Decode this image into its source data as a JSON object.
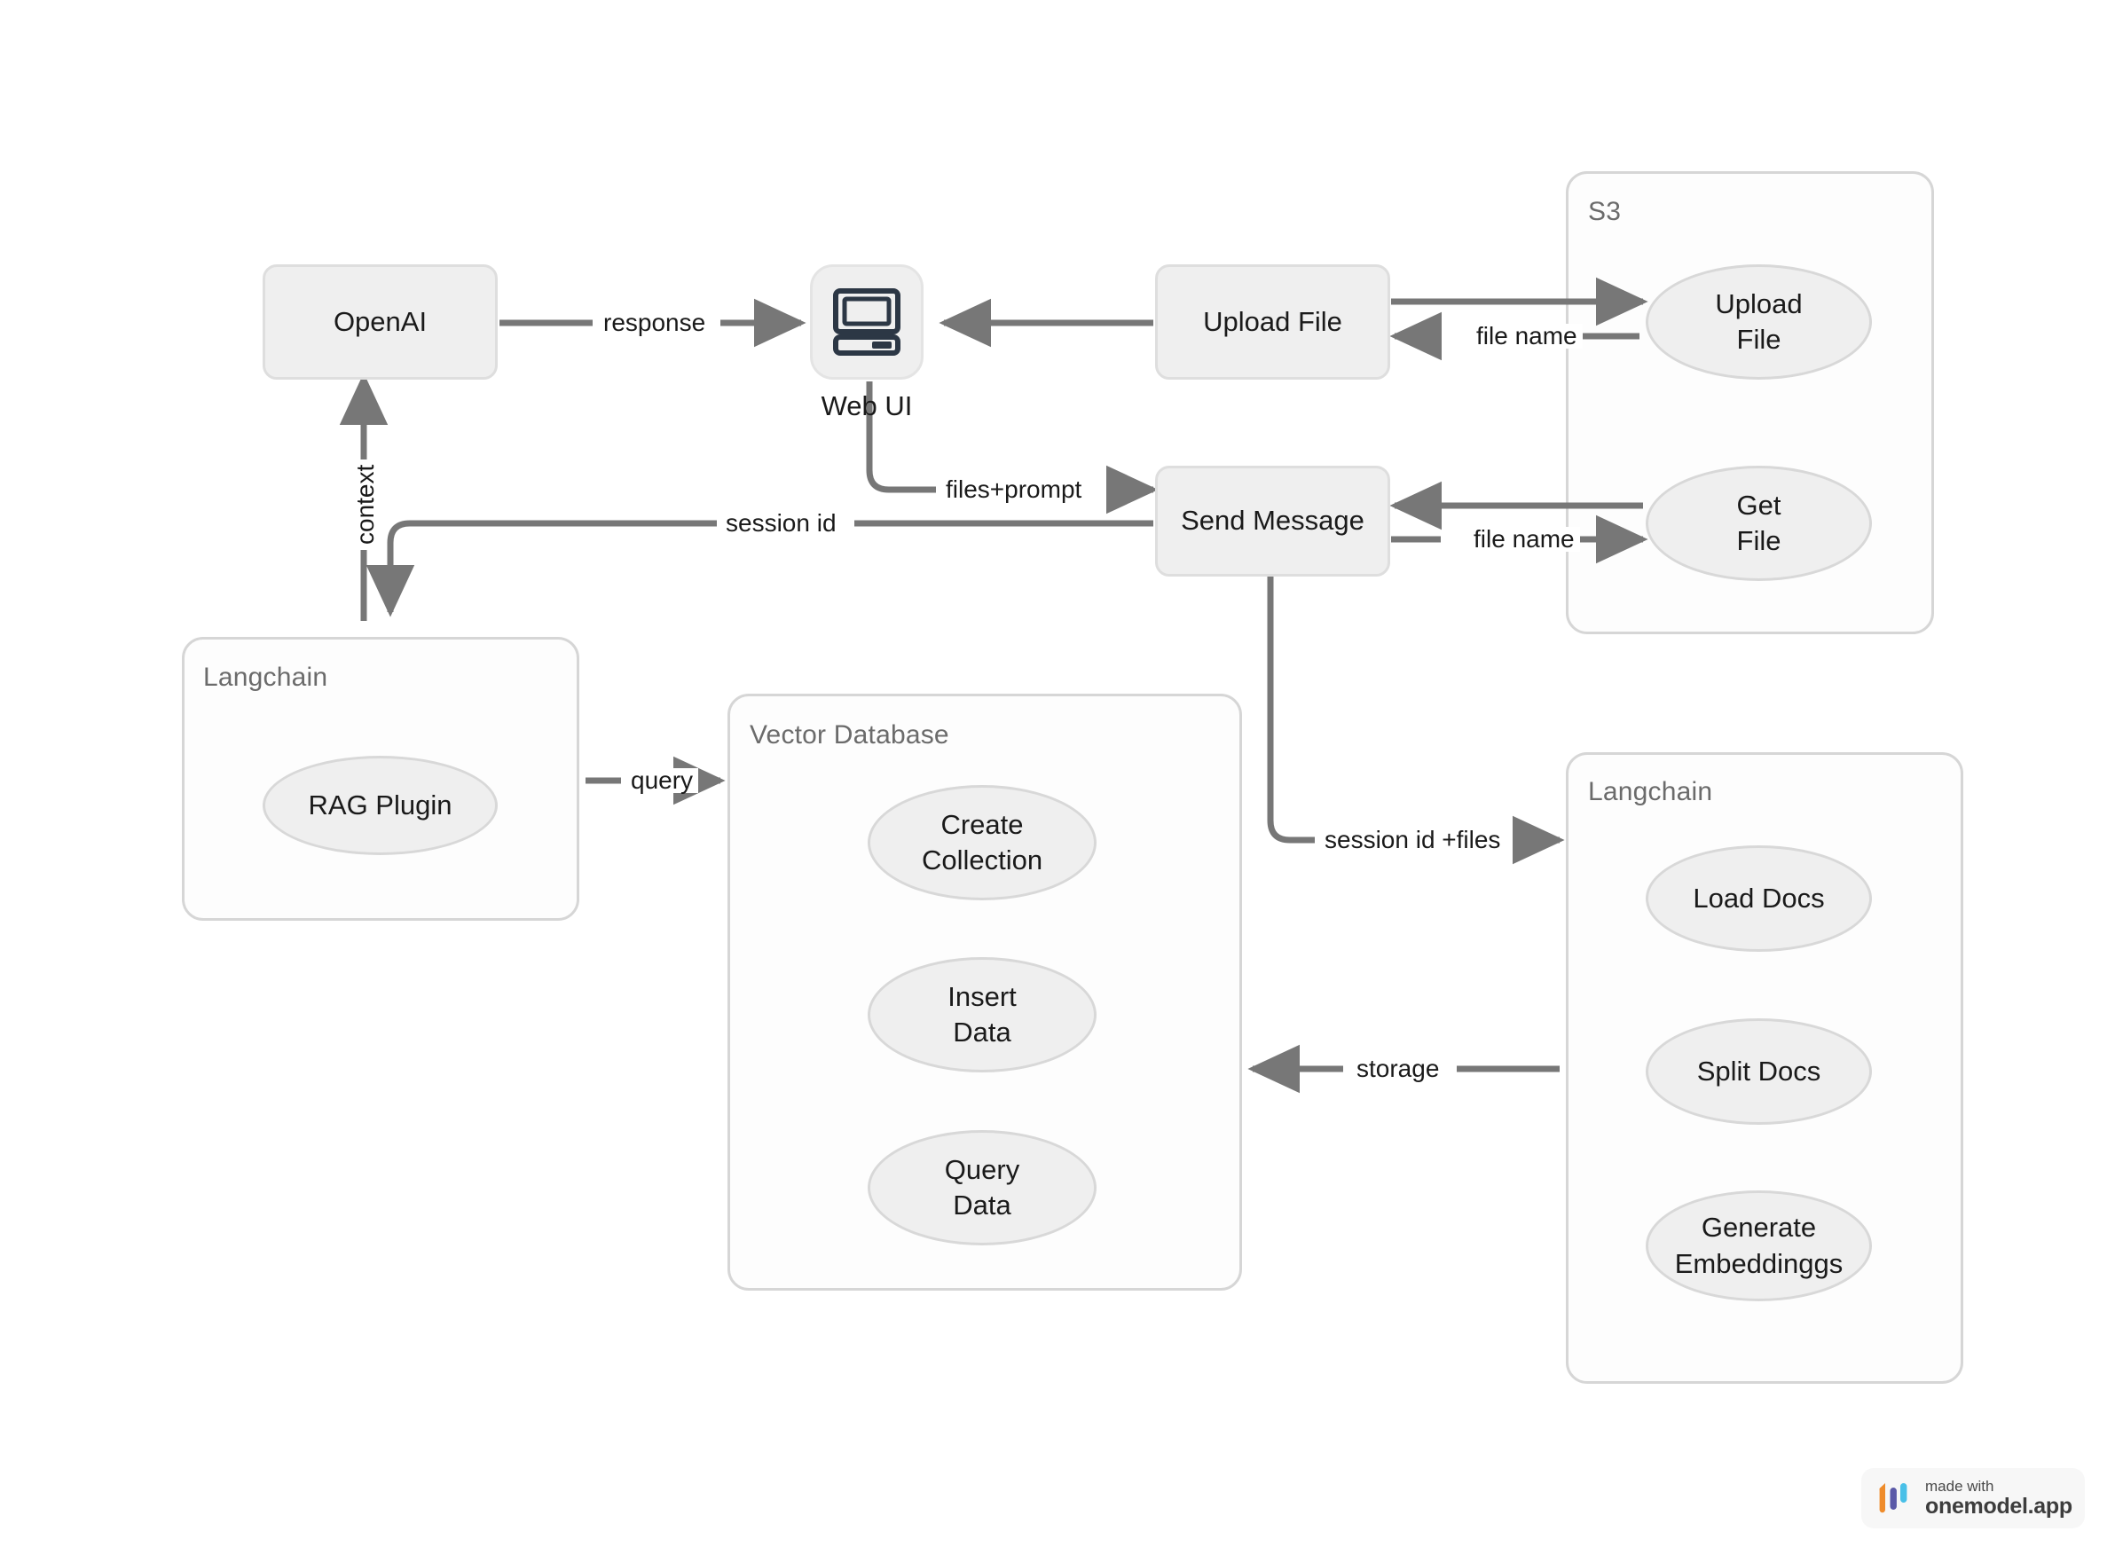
{
  "diagram": {
    "title": "RAG chat application architecture",
    "colors": {
      "node_fill": "#efefef",
      "node_border": "#dedede",
      "group_fill": "#fdfdfd",
      "group_border": "#d6d6d6",
      "edge": "#777777",
      "text": "#1a1a1a",
      "group_title": "#6b6b6b",
      "icon_dark": "#2c3745",
      "canvas": "#ffffff"
    }
  },
  "nodes": {
    "openai": {
      "label": "OpenAI"
    },
    "web_ui": {
      "label": "Web UI",
      "icon": "desktop-monitor-icon"
    },
    "upload_file": {
      "label": "Upload File"
    },
    "send_message": {
      "label": "Send Message"
    },
    "rag_plugin": {
      "label": "RAG Plugin"
    }
  },
  "groups": {
    "s3": {
      "title": "S3",
      "items": [
        {
          "label": "Upload\nFile",
          "line1": "Upload",
          "line2": "File"
        },
        {
          "label": "Get\nFile",
          "line1": "Get",
          "line2": "File"
        }
      ]
    },
    "langchain_left": {
      "title": "Langchain",
      "items": [
        {
          "label": "RAG Plugin"
        }
      ]
    },
    "vector_database": {
      "title": "Vector Database",
      "items": [
        {
          "line1": "Create",
          "line2": "Collection"
        },
        {
          "line1": "Insert",
          "line2": "Data"
        },
        {
          "line1": "Query",
          "line2": "Data"
        }
      ]
    },
    "langchain_right": {
      "title": "Langchain",
      "items": [
        {
          "line1": "Load Docs",
          "line2": ""
        },
        {
          "line1": "Split Docs",
          "line2": ""
        },
        {
          "line1": "Generate",
          "line2": "Embeddinggs"
        }
      ]
    }
  },
  "edges": [
    {
      "id": "openai-to-webui",
      "label": "response",
      "from": "openai",
      "to": "web_ui",
      "direction": "right"
    },
    {
      "id": "uploadfile-to-webui",
      "label": "",
      "from": "upload_file",
      "to": "web_ui",
      "direction": "left"
    },
    {
      "id": "uploadfile-to-s3upload",
      "label": "",
      "from": "upload_file",
      "to": "s3_upload_file",
      "direction": "right"
    },
    {
      "id": "s3upload-to-uploadfile",
      "label": "file name",
      "from": "s3_upload_file",
      "to": "upload_file",
      "direction": "left"
    },
    {
      "id": "webui-to-sendmessage",
      "label": "files+prompt",
      "from": "web_ui",
      "to": "send_message",
      "direction": "right"
    },
    {
      "id": "sendmessage-to-langchain",
      "label": "session id",
      "from": "send_message",
      "to": "langchain_left",
      "direction": "left"
    },
    {
      "id": "getfile-to-sendmessage",
      "label": "",
      "from": "s3_get_file",
      "to": "send_message",
      "direction": "left"
    },
    {
      "id": "sendmessage-to-getfile",
      "label": "file name",
      "from": "send_message",
      "to": "s3_get_file",
      "direction": "right"
    },
    {
      "id": "langchain-to-openai",
      "label": "context",
      "from": "langchain_left",
      "to": "openai",
      "direction": "up"
    },
    {
      "id": "ragplugin-to-vectordb",
      "label": "query",
      "from": "rag_plugin",
      "to": "vector_database",
      "direction": "right"
    },
    {
      "id": "sendmessage-to-langchainright",
      "label": "session id +files",
      "from": "send_message",
      "to": "langchain_right",
      "direction": "right"
    },
    {
      "id": "langchainright-to-vectordb",
      "label": "storage",
      "from": "langchain_right",
      "to": "vector_database",
      "direction": "left"
    }
  ],
  "watermark": {
    "made_with": "made with",
    "brand": "onemodel.app",
    "logo_colors": {
      "one": "#ef8c2b",
      "bar_purple": "#5b5aa8",
      "bar_cyan": "#49c0e8"
    }
  }
}
